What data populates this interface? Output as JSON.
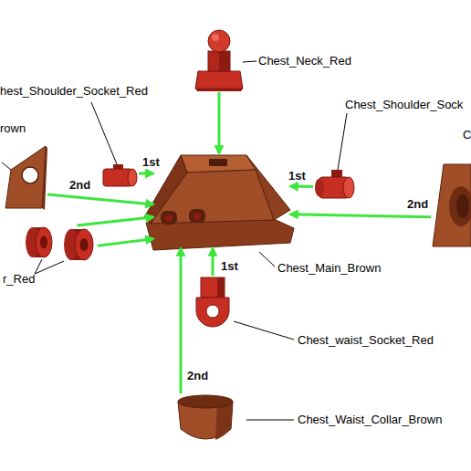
{
  "diagram": {
    "nodes": [
      {
        "text": [
          "Chest_Neck_Red"
        ]
      },
      {
        "text": [
          "hest_Shoulder_Socket_Red"
        ]
      },
      {
        "text": [
          "rown"
        ]
      },
      {
        "text": [
          "Chest_Main_Brown"
        ]
      },
      {
        "text": [
          "Chest_Shoulder_Sock"
        ]
      },
      {
        "text": [
          "C"
        ]
      },
      {
        "text": [
          "r_Red"
        ]
      },
      {
        "text": [
          "Chest_waist_Socket_Red"
        ]
      },
      {
        "text": [
          "Chest_Waist_Collar_Brown"
        ]
      }
    ],
    "edges": [
      {
        "from": 0,
        "to": 3,
        "arrow": "to"
      },
      {
        "from": 1,
        "to": 3,
        "label": "1st",
        "arrow": "to"
      },
      {
        "from": 2,
        "to": 3,
        "label": "2nd",
        "arrow": "to"
      },
      {
        "from": 6,
        "to": 3,
        "arrow": "to"
      },
      {
        "from": 6,
        "to": 3,
        "arrow": "to"
      },
      {
        "from": 4,
        "to": 3,
        "label": "1st",
        "arrow": "to"
      },
      {
        "from": 5,
        "to": 3,
        "label": "2nd",
        "arrow": "to"
      },
      {
        "from": 7,
        "to": 3,
        "label": "1st",
        "arrow": "to"
      },
      {
        "from": 8,
        "to": 3,
        "label": "2nd",
        "arrow": "to"
      }
    ]
  }
}
